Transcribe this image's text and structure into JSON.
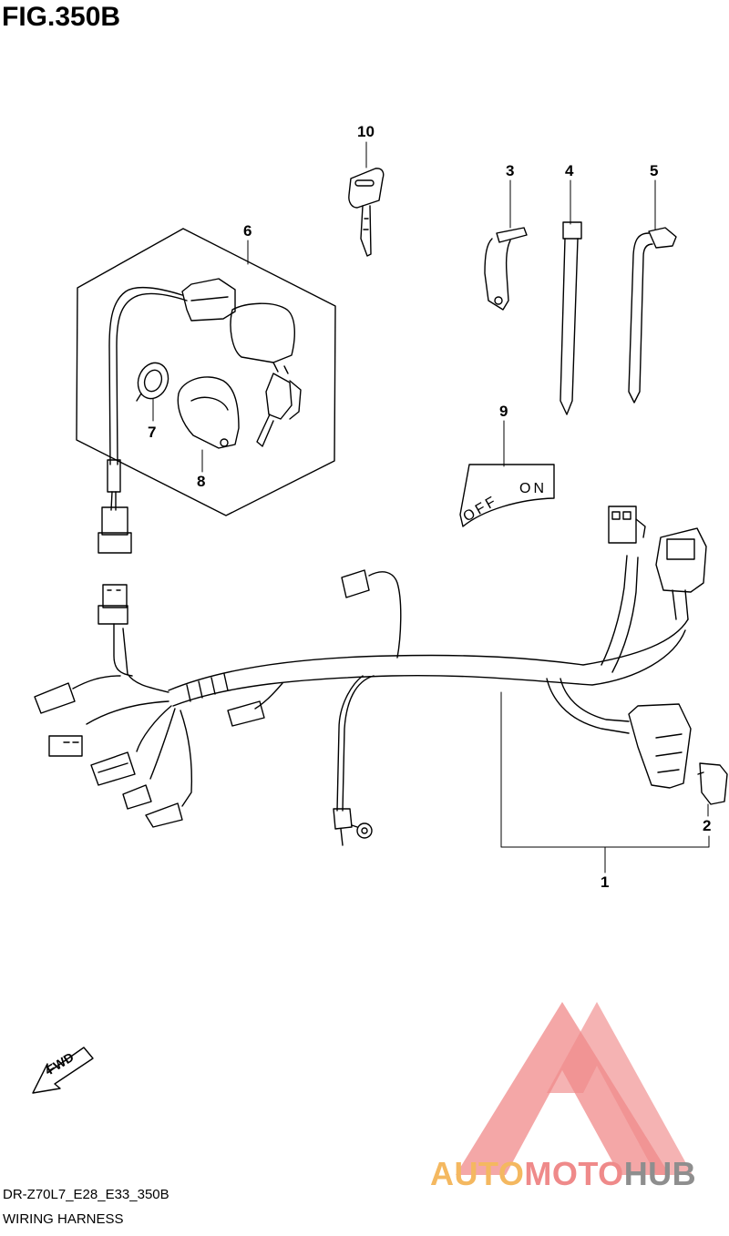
{
  "figure": {
    "title": "FIG.350B"
  },
  "callouts": [
    {
      "id": "c1",
      "label": "1"
    },
    {
      "id": "c2",
      "label": "2"
    },
    {
      "id": "c3",
      "label": "3"
    },
    {
      "id": "c4",
      "label": "4"
    },
    {
      "id": "c5",
      "label": "5"
    },
    {
      "id": "c6",
      "label": "6"
    },
    {
      "id": "c7",
      "label": "7"
    },
    {
      "id": "c8",
      "label": "8"
    },
    {
      "id": "c9",
      "label": "9"
    },
    {
      "id": "c10",
      "label": "10"
    }
  ],
  "plate": {
    "off": "OFF",
    "on": "ON"
  },
  "fwd_label": "FWD",
  "footer": {
    "code": "DR-Z70L7_E28_E33_350B",
    "name": "WIRING HARNESS"
  },
  "watermark": {
    "part1": "AUTO",
    "part2": "MOTO",
    "part3": "HUB",
    "colors": {
      "auto": "#f4b860",
      "moto": "#ef8a8a",
      "hub": "#8e8e8e"
    }
  }
}
